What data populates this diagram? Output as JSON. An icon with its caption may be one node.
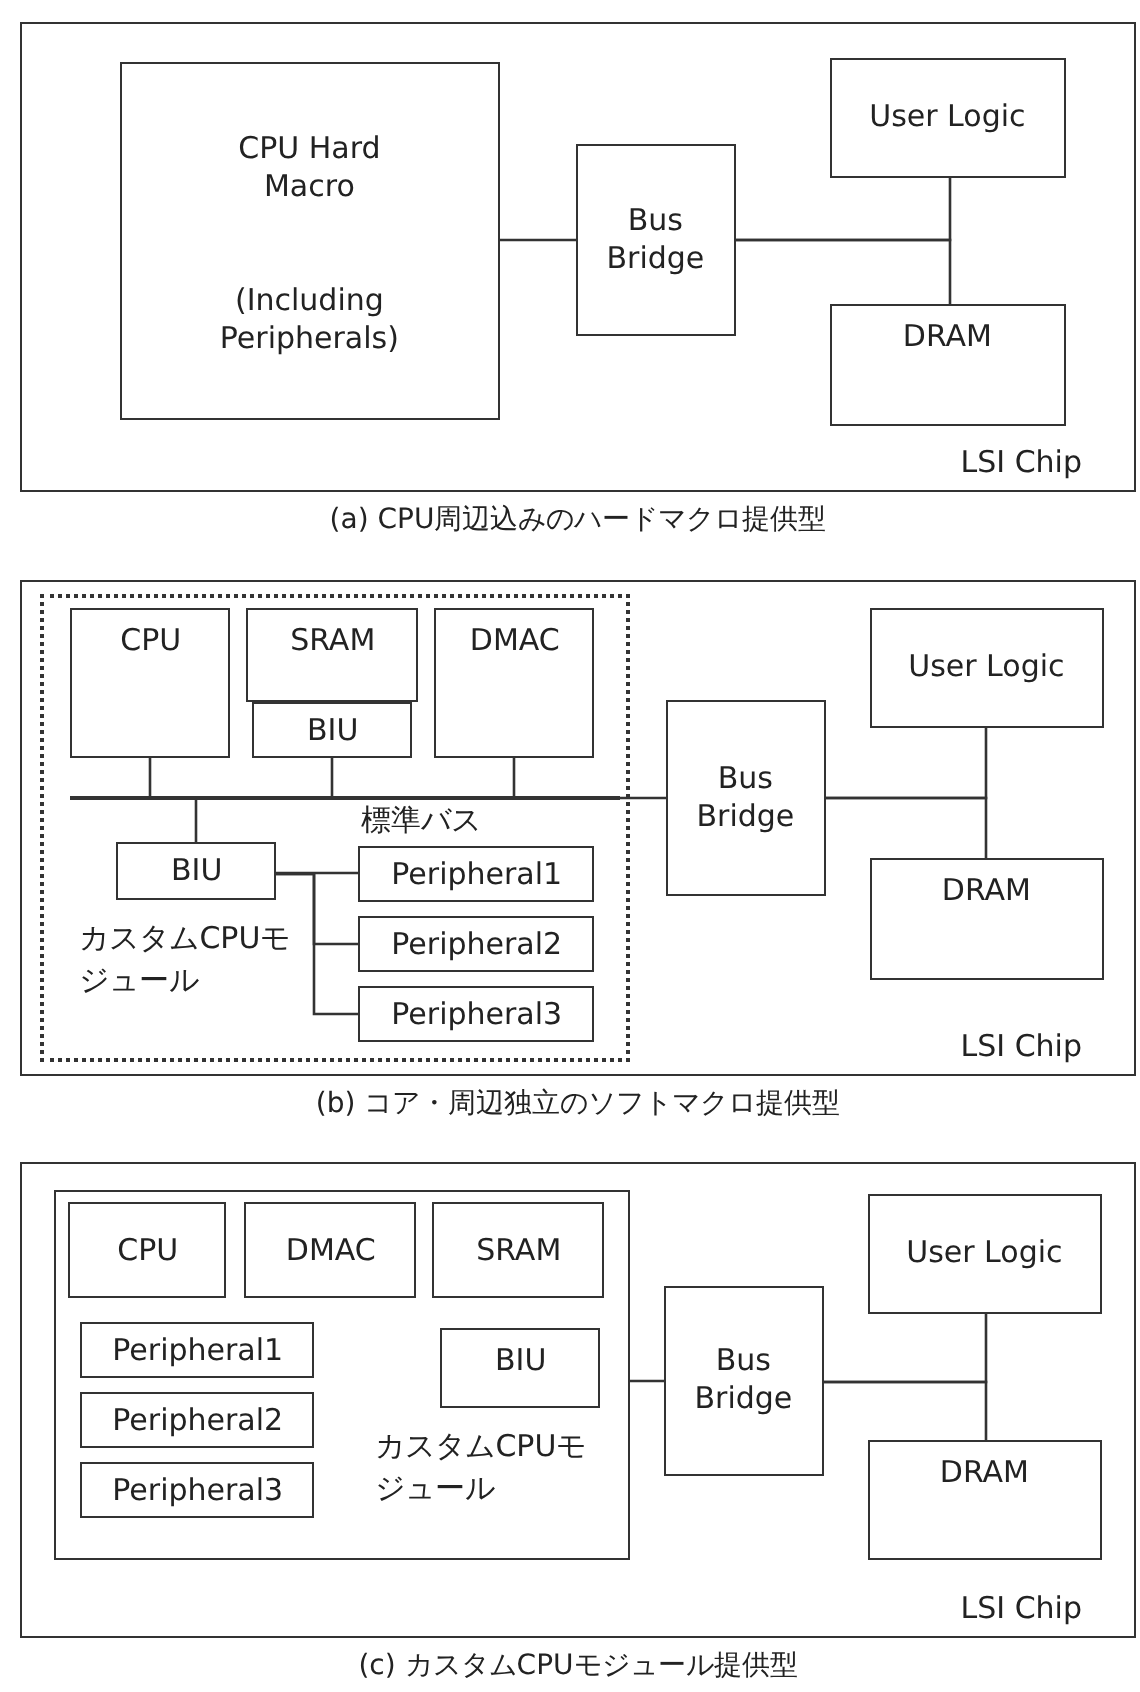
{
  "diagram": {
    "nodes": [
      {
        "text": [
          "LSI Chip"
        ],
        "beside": [
          "(a) CPU周辺込みのハードマクロ提供型"
        ]
      },
      {
        "text": [
          "CPU Hard Macro",
          "(Including Peripherals)"
        ],
        "in": 0
      },
      {
        "text": [
          "Bus Bridge"
        ],
        "in": 0
      },
      {
        "text": [
          "User Logic"
        ],
        "in": 0
      },
      {
        "text": [
          "DRAM"
        ],
        "in": 0
      },
      {
        "text": [
          "LSI Chip"
        ],
        "beside": [
          "(b) コア・周辺独立のソフトマクロ提供型"
        ]
      },
      {
        "text": [
          "カスタムCPUモジュール"
        ],
        "in": 5
      },
      {
        "text": [
          "CPU"
        ],
        "in": 6
      },
      {
        "text": [
          "SRAM"
        ],
        "in": 6
      },
      {
        "text": [
          "BIU"
        ],
        "in": 6
      },
      {
        "text": [
          "DMAC"
        ],
        "in": 6
      },
      {
        "text": [
          "標準バス"
        ],
        "in": 6
      },
      {
        "text": [
          "BIU"
        ],
        "in": 6
      },
      {
        "text": [
          "Peripheral1"
        ],
        "in": 6
      },
      {
        "text": [
          "Peripheral2"
        ],
        "in": 6
      },
      {
        "text": [
          "Peripheral3"
        ],
        "in": 6
      },
      {
        "text": [
          "Bus Bridge"
        ],
        "in": 5
      },
      {
        "text": [
          "User Logic"
        ],
        "in": 5
      },
      {
        "text": [
          "DRAM"
        ],
        "in": 5
      },
      {
        "text": [
          "LSI Chip"
        ],
        "beside": [
          "(c) カスタムCPUモジュール提供型"
        ]
      },
      {
        "text": [
          "カスタムCPUモジュール"
        ],
        "in": 19
      },
      {
        "text": [
          "CPU"
        ],
        "in": 20
      },
      {
        "text": [
          "DMAC"
        ],
        "in": 20
      },
      {
        "text": [
          "SRAM"
        ],
        "in": 20
      },
      {
        "text": [
          "Peripheral1"
        ],
        "in": 20
      },
      {
        "text": [
          "Peripheral2"
        ],
        "in": 20
      },
      {
        "text": [
          "Peripheral3"
        ],
        "in": 20
      },
      {
        "text": [
          "BIU"
        ],
        "in": 20
      },
      {
        "text": [
          "Bus Bridge"
        ],
        "in": 19
      },
      {
        "text": [
          "User Logic"
        ],
        "in": 19
      },
      {
        "text": [
          "DRAM"
        ],
        "in": 19
      }
    ],
    "edges": [
      {
        "from": 1,
        "to": 2,
        "arrow": "none"
      },
      {
        "from": 2,
        "to": 3,
        "arrow": "none"
      },
      {
        "from": 2,
        "to": 4,
        "arrow": "none"
      },
      {
        "from": 7,
        "to": 11,
        "arrow": "none"
      },
      {
        "from": 9,
        "to": 11,
        "arrow": "none"
      },
      {
        "from": 10,
        "to": 11,
        "arrow": "none"
      },
      {
        "from": 11,
        "to": 12,
        "arrow": "none"
      },
      {
        "from": 11,
        "to": 16,
        "arrow": "none"
      },
      {
        "from": 12,
        "to": 13,
        "arrow": "none"
      },
      {
        "from": 12,
        "to": 14,
        "arrow": "none"
      },
      {
        "from": 12,
        "to": 15,
        "arrow": "none"
      },
      {
        "from": 16,
        "to": 17,
        "arrow": "none"
      },
      {
        "from": 16,
        "to": 18,
        "arrow": "none"
      },
      {
        "from": 20,
        "to": 28,
        "arrow": "none"
      },
      {
        "from": 28,
        "to": 29,
        "arrow": "none"
      },
      {
        "from": 28,
        "to": 30,
        "arrow": "none"
      }
    ]
  }
}
